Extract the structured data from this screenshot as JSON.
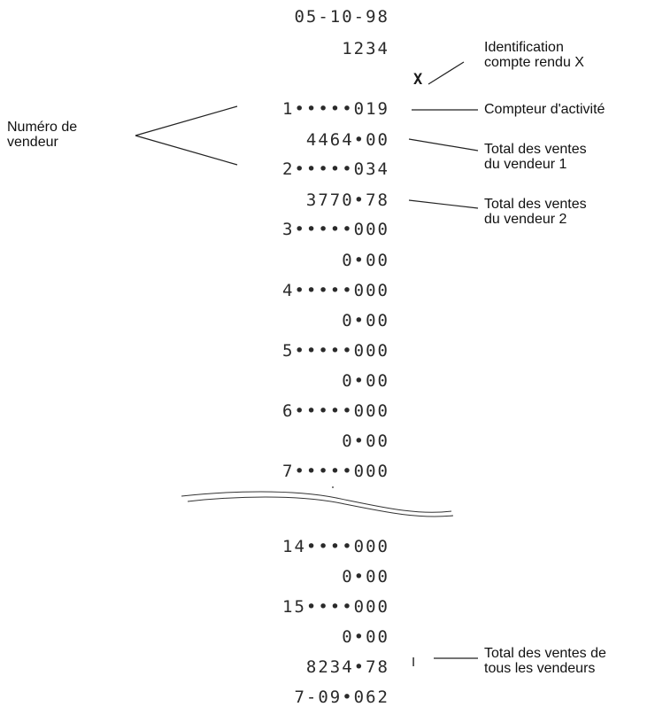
{
  "receipt": {
    "date": "05-10-98",
    "id_number": "1234",
    "x_mark": "X",
    "rows": [
      "1•••••019",
      "4464•00",
      "2•••••034",
      "3770•78",
      "3•••••000",
      "0•00",
      "4•••••000",
      "0•00",
      "5•••••000",
      "0•00",
      "6•••••000",
      "0•00",
      "7•••••000"
    ],
    "rows_after_break": [
      "14••••000",
      "0•00",
      "15••••000",
      "0•00",
      "8234•78",
      "7-09•062"
    ],
    "total_symbol": "Ⅰ"
  },
  "annotations": {
    "vendor_number": [
      "Numéro de",
      "vendeur"
    ],
    "report_id": [
      "Identification",
      "compte rendu X"
    ],
    "activity_counter": [
      "Compteur d'activité"
    ],
    "vendor1_total": [
      "Total des ventes",
      "du vendeur 1"
    ],
    "vendor2_total": [
      "Total des ventes",
      "du vendeur 2"
    ],
    "all_total": [
      "Total des ventes de",
      "tous les vendeurs"
    ]
  }
}
